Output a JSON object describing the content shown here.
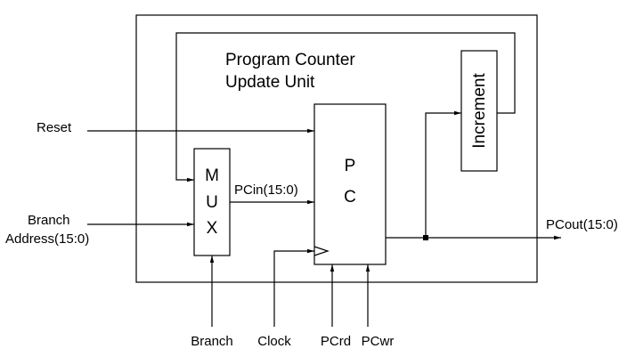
{
  "title": {
    "line1": "Program Counter",
    "line2": "Update Unit"
  },
  "blocks": {
    "mux": {
      "letters": [
        "M",
        "U",
        "X"
      ]
    },
    "pc": {
      "letters": [
        "P",
        "C"
      ]
    },
    "increment": {
      "label": "Increment"
    }
  },
  "signals": {
    "reset": "Reset",
    "branch_address_line1": "Branch",
    "branch_address_line2": "Address(15:0)",
    "pcin": "PCin(15:0)",
    "pcout": "PCout(15:0)",
    "branch": "Branch",
    "clock": "Clock",
    "pcrd": "PCrd",
    "pcwr": "PCwr"
  }
}
